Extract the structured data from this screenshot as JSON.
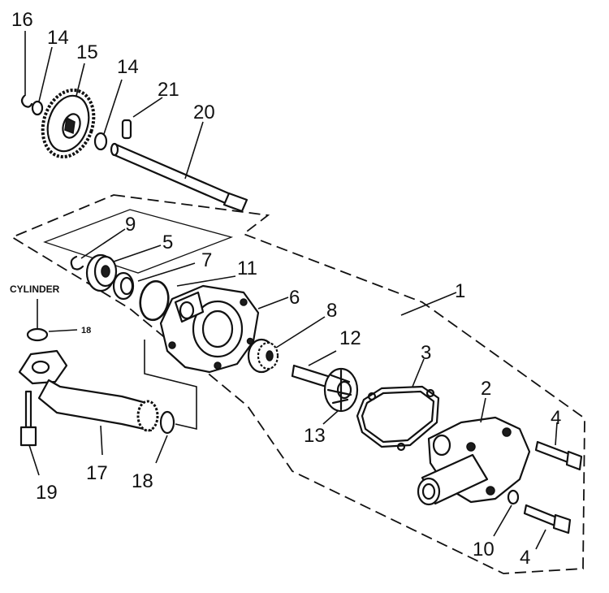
{
  "diagram": {
    "callouts": [
      {
        "id": "c16",
        "label": "16"
      },
      {
        "id": "c14a",
        "label": "14"
      },
      {
        "id": "c15",
        "label": "15"
      },
      {
        "id": "c14b",
        "label": "14"
      },
      {
        "id": "c21",
        "label": "21"
      },
      {
        "id": "c20",
        "label": "20"
      },
      {
        "id": "c9",
        "label": "9"
      },
      {
        "id": "c5",
        "label": "5"
      },
      {
        "id": "c7",
        "label": "7"
      },
      {
        "id": "c11",
        "label": "11"
      },
      {
        "id": "c6",
        "label": "6"
      },
      {
        "id": "c1",
        "label": "1"
      },
      {
        "id": "c8",
        "label": "8"
      },
      {
        "id": "c12",
        "label": "12"
      },
      {
        "id": "c3",
        "label": "3"
      },
      {
        "id": "c2",
        "label": "2"
      },
      {
        "id": "c4a",
        "label": "4"
      },
      {
        "id": "c13",
        "label": "13"
      },
      {
        "id": "c17",
        "label": "17"
      },
      {
        "id": "c18",
        "label": "18"
      },
      {
        "id": "c19",
        "label": "19"
      },
      {
        "id": "c10",
        "label": "10"
      },
      {
        "id": "c4b",
        "label": "4"
      }
    ],
    "cylinder_label": "CYLINDER",
    "cylinder_ref": "18"
  }
}
